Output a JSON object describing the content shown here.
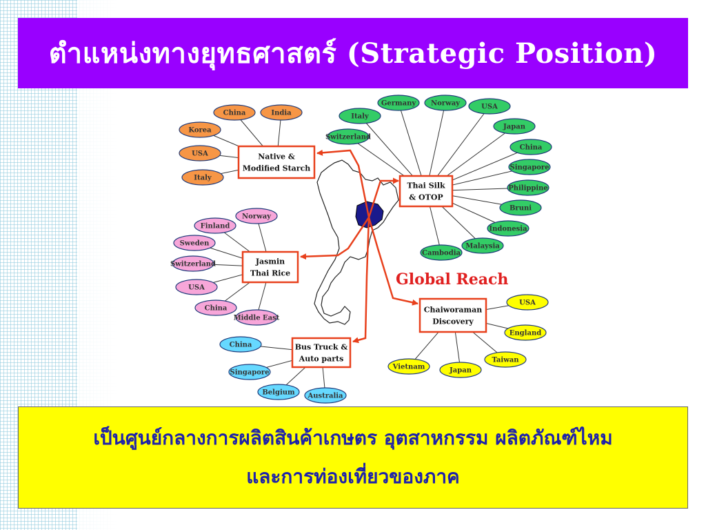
{
  "title": "ตำแหน่งทางยุทธศาสตร์ (Strategic Position)",
  "global_reach_label": "Global Reach",
  "footer_lines": [
    "เป็นศูนย์กลางการผลิตสินค้าเกษตร อุตสาหกรรม ผลิตภัณฑ์ไหม",
    "และการท่องเที่ยวของภาค"
  ],
  "colors": {
    "banner": "#9900ff",
    "arrow": "#e8401c",
    "orange_node": "#f79646",
    "green_node": "#33cc66",
    "pink_node": "#f7a6d9",
    "blue_node": "#66d9ff",
    "yellow_node": "#ffff00",
    "map_highlight": "#1a1a8c",
    "footer_bg": "#ffff00",
    "footer_text": "#1e22aa"
  },
  "hubs": [
    {
      "id": "starch",
      "label_lines": [
        "Native &",
        "Modified Starch"
      ],
      "color_key": "orange_node",
      "destinations": [
        "China",
        "India",
        "Korea",
        "USA",
        "Italy"
      ]
    },
    {
      "id": "silk",
      "label_lines": [
        "Thai Silk",
        "& OTOP"
      ],
      "color_key": "green_node",
      "destinations": [
        "Germany",
        "Norway",
        "Italy",
        "USA",
        "Switzerland",
        "Japan",
        "China",
        "Singapore",
        "Philippine",
        "Bruni",
        "Indonesia",
        "Malaysia",
        "Cambodia"
      ]
    },
    {
      "id": "rice",
      "label_lines": [
        "Jasmin",
        "Thai Rice"
      ],
      "color_key": "pink_node",
      "destinations": [
        "Norway",
        "Finland",
        "Sweden",
        "Switzerland",
        "USA",
        "China",
        "Middle East"
      ]
    },
    {
      "id": "tourism",
      "label_lines": [
        "Chaiworaman",
        "Discovery"
      ],
      "color_key": "yellow_node",
      "destinations": [
        "USA",
        "England",
        "Taiwan",
        "Vietnam",
        "Japan"
      ]
    },
    {
      "id": "auto",
      "label_lines": [
        "Bus Truck &",
        "Auto parts"
      ],
      "color_key": "blue_node",
      "destinations": [
        "China",
        "Singapore",
        "Belgium",
        "Australia"
      ]
    }
  ]
}
